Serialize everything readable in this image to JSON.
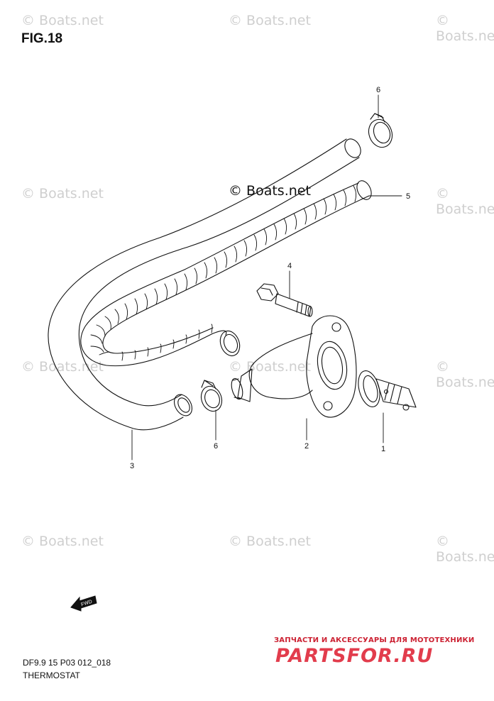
{
  "figure": {
    "title": "FIG.18"
  },
  "watermark": {
    "text": "© Boats.net"
  },
  "callouts": {
    "p1": "1",
    "p2": "2",
    "p3": "3",
    "p4": "4",
    "p5": "5",
    "p6a": "6",
    "p6b": "6"
  },
  "direction_badge": {
    "label": "FWD",
    "icon": "forward-arrow-icon"
  },
  "footer": {
    "code": "DF9.9 15 P03 012_018",
    "caption": "THERMOSTAT"
  },
  "branding": {
    "tagline": "ЗАПЧАСТИ И АКСЕССУАРЫ ДЛЯ МОТОТЕХНИКИ",
    "logo": "PARTSFOR.RU",
    "color": "#e23c4c"
  }
}
